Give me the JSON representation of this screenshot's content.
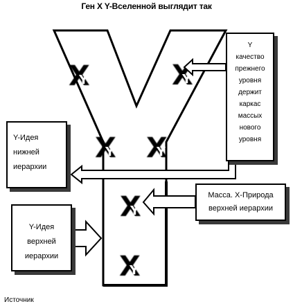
{
  "title": "Ген X Y-Вселенной выглядит так",
  "boxes": {
    "y_quality": {
      "lines": [
        "Y",
        "качество",
        "прежнего",
        "уровня",
        "держит",
        "каркас",
        "массых",
        "нового",
        "уровня"
      ]
    },
    "y_lower": {
      "lines": [
        "Y-Идея",
        "нижней",
        "иерархии"
      ]
    },
    "y_upper": {
      "lines": [
        "Y-Идея",
        "верхней",
        "иерархии"
      ]
    },
    "mass": {
      "lines": [
        "Масса. X-Природа",
        "верхней иерархии"
      ]
    }
  },
  "glyphs": {
    "x_letter": "X",
    "y_letter": "Y"
  },
  "footer": "Источник"
}
